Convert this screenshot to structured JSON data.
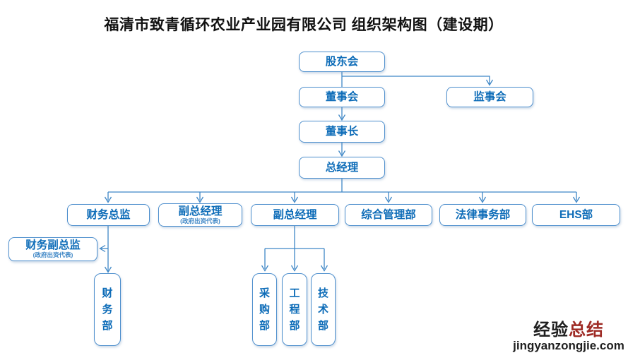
{
  "title": "福清市致青循环农业产业园有限公司 组织架构图（建设期）",
  "colors": {
    "box_border": "#4e8fcd",
    "box_text": "#0d6cb8",
    "connector_line": "#3f87c6",
    "title_text": "#111111",
    "watermark_black": "#1f1f1f",
    "watermark_red": "#9e2b25"
  },
  "nodes": {
    "shareholders": {
      "label": "股东会"
    },
    "board": {
      "label": "董事会"
    },
    "supervisors": {
      "label": "监事会"
    },
    "chairman": {
      "label": "董事长"
    },
    "gm": {
      "label": "总经理"
    },
    "cfo": {
      "label": "财务总监"
    },
    "deputy_gm_gov": {
      "label": "副总经理",
      "sub": "(政府出资代表)"
    },
    "deputy_gm": {
      "label": "副总经理"
    },
    "general_admin": {
      "label": "综合管理部"
    },
    "legal": {
      "label": "法律事务部"
    },
    "ehs": {
      "label": "EHS部"
    },
    "deputy_cfo_gov": {
      "label": "财务副总监",
      "sub": "(政府出资代表)"
    },
    "finance": {
      "label": "财务部"
    },
    "procurement": {
      "label": "采购部"
    },
    "engineering": {
      "label": "工程部"
    },
    "technology": {
      "label": "技术部"
    }
  },
  "edges": [
    "shareholders->board",
    "shareholders->supervisors",
    "board->chairman",
    "chairman->gm",
    "gm->cfo",
    "gm->deputy_gm_gov",
    "gm->deputy_gm",
    "gm->general_admin",
    "gm->legal",
    "gm->ehs",
    "cfo->deputy_cfo_gov",
    "cfo->finance",
    "deputy_gm->procurement",
    "deputy_gm->engineering",
    "deputy_gm->technology"
  ],
  "watermark": {
    "line1_black": "经验",
    "line1_red": "总结",
    "line2": "jingyanzongjie.com"
  }
}
